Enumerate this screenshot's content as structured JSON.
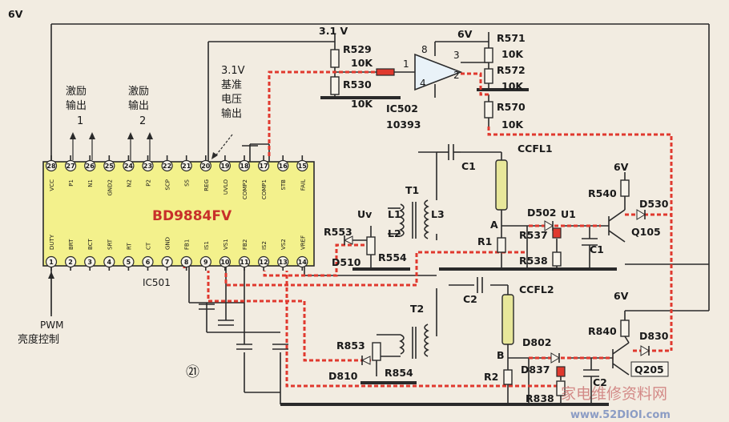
{
  "supply": {
    "vcc": "6V",
    "v31": "3.1 V",
    "v6_top": "6V",
    "v6_q105": "6V",
    "v6_q205": "6V"
  },
  "ic501": {
    "name": "BD9884FV",
    "ref": "IC501",
    "top_pins": [
      {
        "num": "28",
        "name": "VCC"
      },
      {
        "num": "27",
        "name": "P1"
      },
      {
        "num": "26",
        "name": "N1"
      },
      {
        "num": "25",
        "name": "GND2"
      },
      {
        "num": "24",
        "name": "N2"
      },
      {
        "num": "23",
        "name": "P2"
      },
      {
        "num": "22",
        "name": "SCP"
      },
      {
        "num": "21",
        "name": "SS"
      },
      {
        "num": "20",
        "name": "REG"
      },
      {
        "num": "19",
        "name": "UVLO"
      },
      {
        "num": "18",
        "name": "COMP2"
      },
      {
        "num": "17",
        "name": "COMP1"
      },
      {
        "num": "16",
        "name": "STB"
      },
      {
        "num": "15",
        "name": "FAIL"
      }
    ],
    "bottom_pins": [
      {
        "num": "1",
        "name": "DUTY"
      },
      {
        "num": "2",
        "name": "BRT"
      },
      {
        "num": "3",
        "name": "BCT"
      },
      {
        "num": "4",
        "name": "SRT"
      },
      {
        "num": "5",
        "name": "RT"
      },
      {
        "num": "6",
        "name": "CT"
      },
      {
        "num": "7",
        "name": "GND"
      },
      {
        "num": "8",
        "name": "FB1"
      },
      {
        "num": "9",
        "name": "IS1"
      },
      {
        "num": "10",
        "name": "VS1"
      },
      {
        "num": "11",
        "name": "FB2"
      },
      {
        "num": "12",
        "name": "IS2"
      },
      {
        "num": "13",
        "name": "VS2"
      },
      {
        "num": "14",
        "name": "VREF"
      }
    ]
  },
  "annotations": {
    "drive1": [
      "激励",
      "输出",
      "1"
    ],
    "drive2": [
      "激励",
      "输出",
      "2"
    ],
    "ref": [
      "3.1V",
      "基准",
      "电压",
      "输出"
    ],
    "pwm": [
      "PWM",
      "亮度控制"
    ],
    "fig": "㉑"
  },
  "ic502": {
    "ref": "IC502",
    "part": "10393",
    "pin8": "8",
    "pin3": "3",
    "pin2": "2",
    "pin1": "1",
    "pin4": "4"
  },
  "components": {
    "r529": "R529",
    "r529v": "10K",
    "r530": "R530",
    "r530v": "10K",
    "r571": "R571",
    "r571v": "10K",
    "r572": "R572",
    "r572v": "10K",
    "r570": "R570",
    "r570v": "10K",
    "c1a": "C1",
    "ccfl1": "CCFL1",
    "t1": "T1",
    "l1": "L1",
    "l2": "L2",
    "l3": "L3",
    "uv": "Uv",
    "r553": "R553",
    "d510": "D510",
    "r554": "R554",
    "r540": "R540",
    "d530": "D530",
    "d502": "D502",
    "u1": "U1",
    "a": "A",
    "r1": "R1",
    "r537": "R537",
    "r538": "R538",
    "c1b": "C1",
    "q105": "Q105",
    "c2a": "C2",
    "ccfl2": "CCFL2",
    "t2": "T2",
    "r853": "R853",
    "d810": "D810",
    "r854": "R854",
    "r840": "R840",
    "d830": "D830",
    "d802": "D802",
    "b": "B",
    "r2": "R2",
    "d837": "D837",
    "c2b": "C2",
    "r838": "R838",
    "q205": "Q205"
  },
  "watermark": {
    "cn": "家电维修资料网",
    "url": "www.52DIOI.com"
  },
  "colors": {
    "ic_fill": "#f3f18c",
    "signal": "#e0392e",
    "wire": "#2a2a2a",
    "paper": "#f2ece1"
  }
}
